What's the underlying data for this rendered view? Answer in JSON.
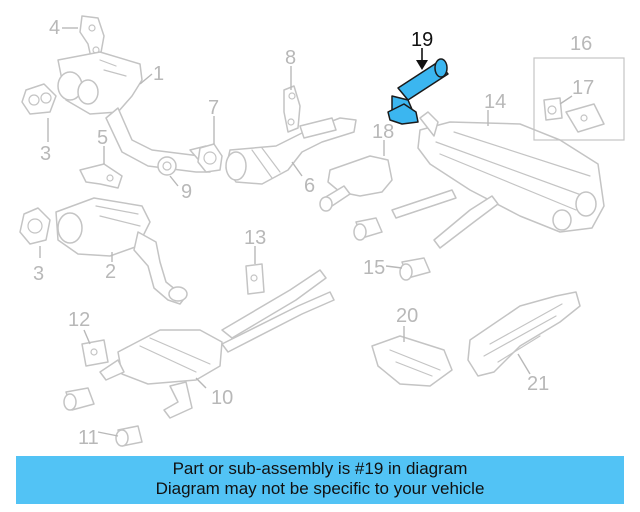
{
  "diagram": {
    "callouts": [
      "1",
      "2",
      "3",
      "3",
      "4",
      "5",
      "6",
      "7",
      "8",
      "9",
      "10",
      "11",
      "12",
      "13",
      "14",
      "15",
      "16",
      "17",
      "18",
      "19",
      "20",
      "21"
    ],
    "highlighted_part": "19"
  },
  "banner": {
    "line1": "Part or sub-assembly is #19 in diagram",
    "line2": "Diagram may not be specific to your vehicle",
    "color": "#52c3f5"
  },
  "colors": {
    "highlight_fill": "#3bb6f0",
    "part_outline": "#c4c4c4",
    "callout_text": "#b8b8b8"
  }
}
